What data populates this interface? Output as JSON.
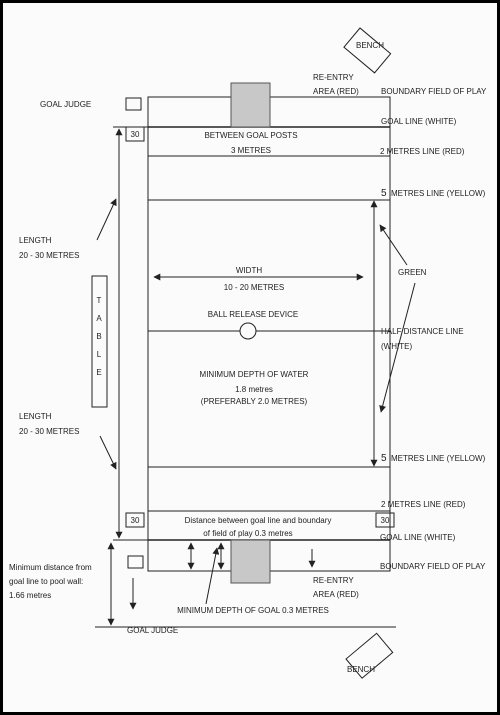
{
  "labels": {
    "bench_top": "BENCH",
    "bench_bottom": "BENCH",
    "goal_judge_top": "GOAL JUDGE",
    "goal_judge_bottom": "GOAL JUDGE",
    "reentry_top_1": "RE-ENTRY",
    "reentry_top_2": "AREA (RED)",
    "reentry_bottom_1": "RE-ENTRY",
    "reentry_bottom_2": "AREA (RED)",
    "boundary_top": "BOUNDARY FIELD OF PLAY",
    "boundary_bottom": "BOUNDARY FIELD OF PLAY",
    "goal_line_top": "GOAL LINE (WHITE)",
    "goal_line_bottom": "GOAL LINE (WHITE)",
    "two_m_top": "2 METRES LINE (RED)",
    "two_m_bottom": "2 METRES LINE (RED)",
    "five_m_top_num": "5",
    "five_m_top": "METRES LINE (YELLOW)",
    "five_m_bottom_num": "5",
    "five_m_bottom": "METRES LINE (YELLOW)",
    "green": "GREEN",
    "half_distance_1": "HALF DISTANCE LINE",
    "half_distance_2": "(WHITE)",
    "between_posts": "BETWEEN GOAL POSTS",
    "three_metres": "3 METRES",
    "width": "WIDTH",
    "width_value": "10 - 20 METRES",
    "ball_release": "BALL RELEASE DEVICE",
    "min_depth": "MINIMUM DEPTH OF WATER",
    "min_depth_value": "1.8 metres",
    "min_depth_pref": "(PREFERABLY 2.0 METRES)",
    "length_top_1": "LENGTH",
    "length_top_2": "20 - 30 METRES",
    "length_bottom_1": "LENGTH",
    "length_bottom_2": "20 - 30 METRES",
    "table": [
      "T",
      "A",
      "B",
      "L",
      "E"
    ],
    "num_top_left": "30",
    "num_bottom_left": "30",
    "num_bottom_right": "30",
    "distance_goal_1": "Distance between goal line and boundary",
    "distance_goal_2": "of field of play 0.3 metres",
    "min_dist_1": "Minimum distance from",
    "min_dist_2": "goal line to pool wall:",
    "min_dist_3": "1.66 metres",
    "min_depth_goal": "MINIMUM DEPTH OF GOAL 0.3 METRES"
  },
  "colors": {
    "line": "#222222",
    "goal_fill": "#c8c8c8",
    "paper": "#fbfbfb"
  },
  "icons": [
    "arrow-icon"
  ]
}
